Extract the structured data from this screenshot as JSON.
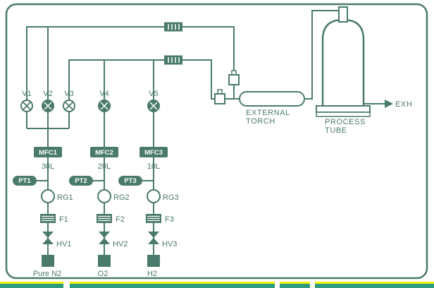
{
  "colors": {
    "line": "#4a7a6c",
    "background": "#ffffff",
    "strip_yellow": "#f5f500",
    "strip_green": "#2f9c7e"
  },
  "valves": [
    {
      "label": "V1",
      "symbol": "open"
    },
    {
      "label": "V2",
      "symbol": "filled"
    },
    {
      "label": "V3",
      "symbol": "open"
    },
    {
      "label": "V4",
      "symbol": "filled"
    },
    {
      "label": "V5",
      "symbol": "filled"
    }
  ],
  "mfcs": [
    {
      "label": "MFC1",
      "flow": "30L"
    },
    {
      "label": "MFC2",
      "flow": "20L"
    },
    {
      "label": "MFC3",
      "flow": "10L"
    }
  ],
  "pressure_transducers": [
    {
      "label": "PT1"
    },
    {
      "label": "PT2"
    },
    {
      "label": "PT3"
    }
  ],
  "regulators": [
    {
      "label": "RG1"
    },
    {
      "label": "RG2"
    },
    {
      "label": "RG3"
    }
  ],
  "filters": [
    {
      "label": "F1"
    },
    {
      "label": "F2"
    },
    {
      "label": "F3"
    }
  ],
  "hand_valves": [
    {
      "label": "HV1"
    },
    {
      "label": "HV2"
    },
    {
      "label": "HV3"
    }
  ],
  "gas_sources": [
    {
      "label": "Pure N2"
    },
    {
      "label": "O2"
    },
    {
      "label": "H2"
    }
  ],
  "torch": {
    "label_line1": "EXTERNAL",
    "label_line2": "TORCH"
  },
  "process_tube": {
    "label_line1": "PROCESS",
    "label_line2": "TUBE"
  },
  "exhaust": {
    "label": "EXH"
  }
}
